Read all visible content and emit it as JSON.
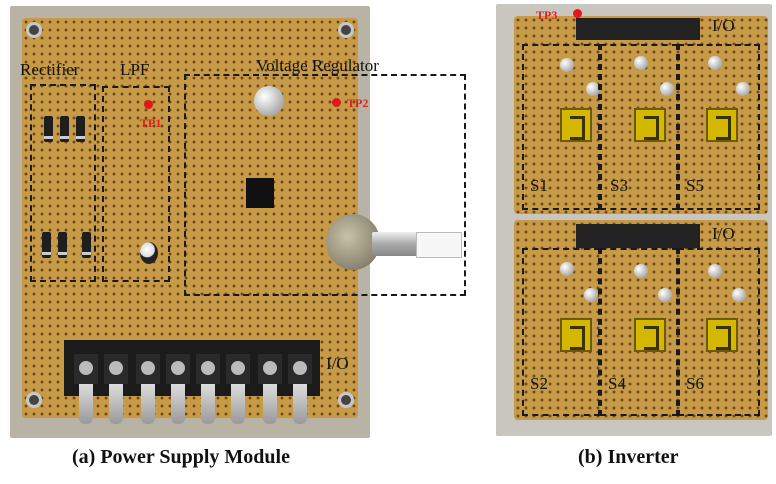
{
  "panel_a": {
    "caption": "(a) Power Supply Module",
    "blocks": {
      "rectifier": "Rectifier",
      "lpf": "LPF",
      "voltage_regulator": "Voltage Regulator",
      "io": "I/O"
    },
    "test_points": {
      "tp1": "TP1",
      "tp2": "TP2"
    }
  },
  "panel_b": {
    "caption": "(b) Inverter",
    "test_point": "TP3",
    "io_top": "I/O",
    "io_bottom": "I/O",
    "switches": {
      "s1": "S1",
      "s2": "S2",
      "s3": "S3",
      "s4": "S4",
      "s5": "S5",
      "s6": "S6"
    }
  },
  "colors": {
    "test_point": "#e02020",
    "board": "#c69a47",
    "dashed_box": "#1a1a1a"
  }
}
